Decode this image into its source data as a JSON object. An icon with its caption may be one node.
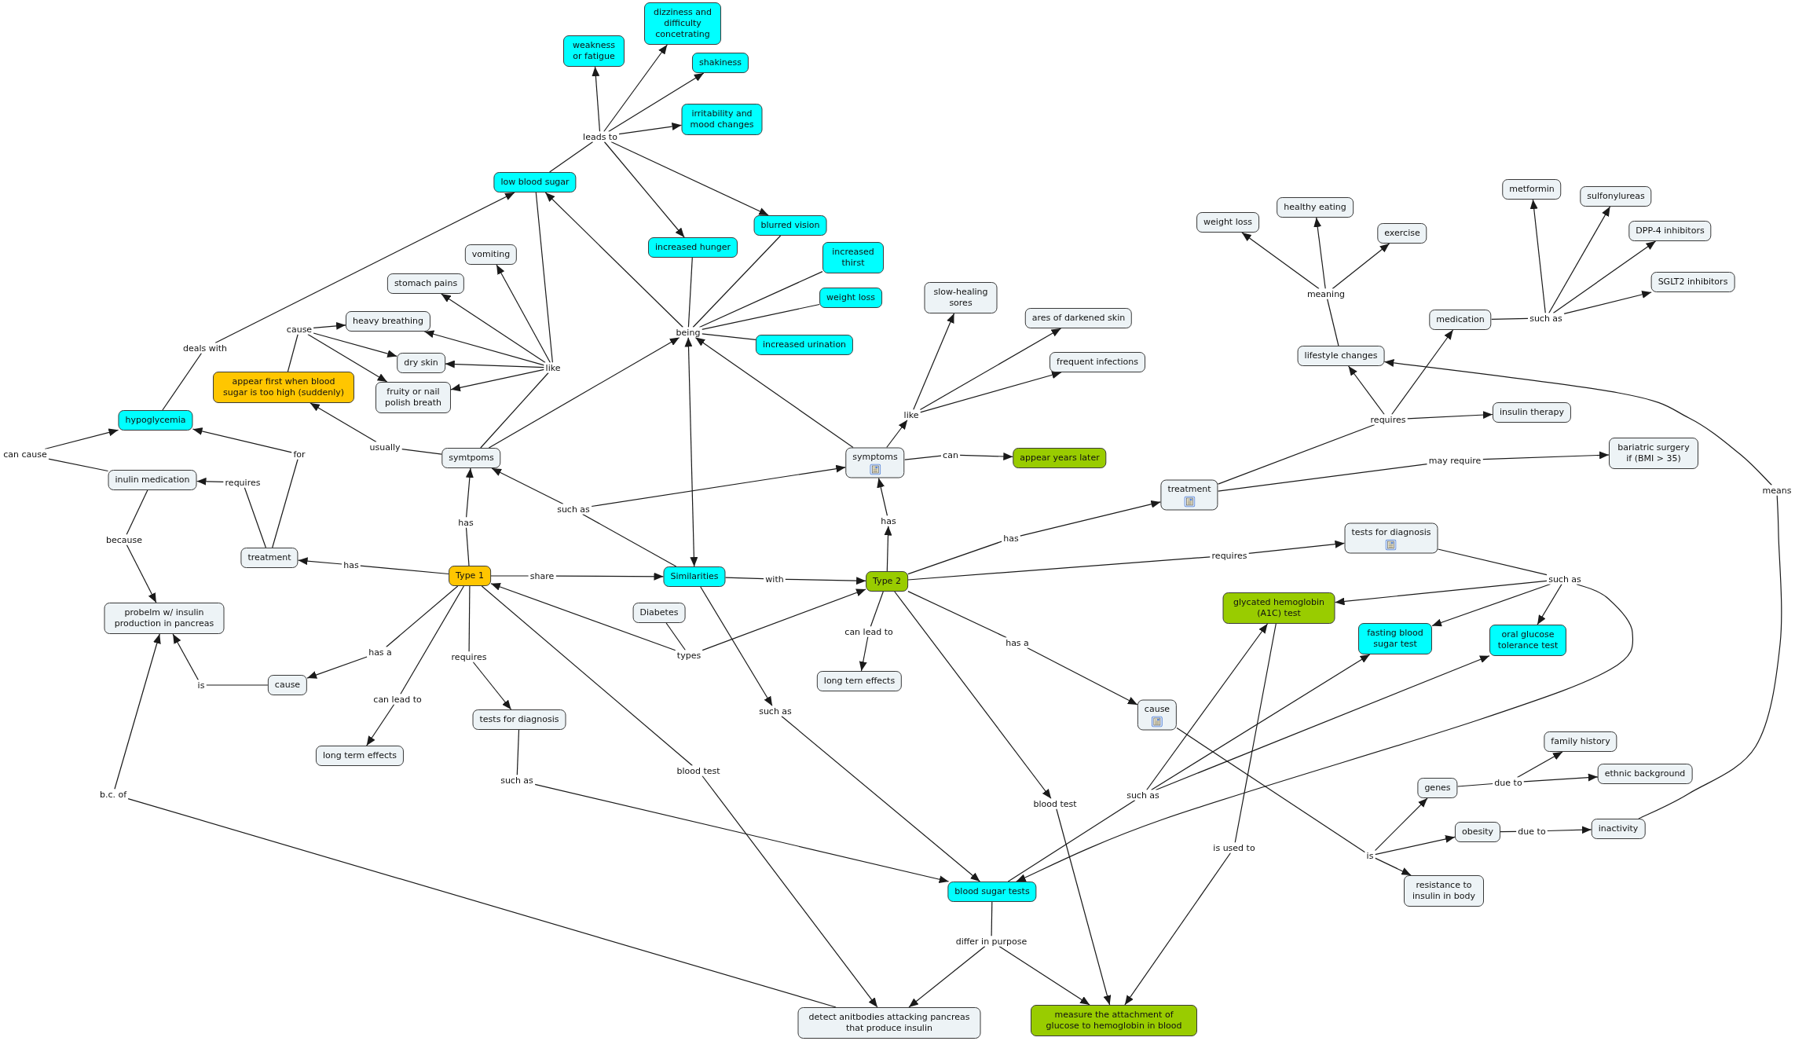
{
  "diagram": {
    "nodes": [
      {
        "text": [
          "dizziness and difficulty concetrating"
        ]
      },
      {
        "text": [
          "weakness or fatigue"
        ]
      },
      {
        "text": [
          "shakiness"
        ]
      },
      {
        "text": [
          "irritability and mood changes"
        ]
      },
      {
        "text": [
          "leads to"
        ]
      },
      {
        "text": [
          "low blood sugar"
        ]
      },
      {
        "text": [
          "metformin"
        ]
      },
      {
        "text": [
          "sulfonylureas"
        ]
      },
      {
        "text": [
          "healthy eating"
        ]
      },
      {
        "text": [
          "weight loss"
        ]
      },
      {
        "text": [
          "blurred vision"
        ]
      },
      {
        "text": [
          "DPP-4 inhibitors"
        ]
      },
      {
        "text": [
          "exercise"
        ]
      },
      {
        "text": [
          "increased hunger"
        ]
      },
      {
        "text": [
          "vomiting"
        ]
      },
      {
        "text": [
          "increased thirst"
        ]
      },
      {
        "text": [
          "SGLT2 inhibitors"
        ]
      },
      {
        "text": [
          "stomach pains"
        ]
      },
      {
        "text": [
          "meaning"
        ]
      },
      {
        "text": [
          "weight loss"
        ]
      },
      {
        "text": [
          "slow-healing sores"
        ]
      },
      {
        "text": [
          "ares of darkened skin"
        ]
      },
      {
        "text": [
          "such as"
        ]
      },
      {
        "text": [
          "medication"
        ]
      },
      {
        "text": [
          "heavy breathing"
        ]
      },
      {
        "text": [
          "cause"
        ]
      },
      {
        "text": [
          "being"
        ]
      },
      {
        "text": [
          "increased urination"
        ]
      },
      {
        "text": [
          "deals with"
        ]
      },
      {
        "text": [
          "lifestyle changes"
        ]
      },
      {
        "text": [
          "frequent infections"
        ]
      },
      {
        "text": [
          "dry skin"
        ]
      },
      {
        "text": [
          "like"
        ]
      },
      {
        "text": [
          "appear first when blood sugar is too high (suddenly)"
        ]
      },
      {
        "text": [
          "fruity or nail polish breath"
        ]
      },
      {
        "text": [
          "insulin therapy"
        ]
      },
      {
        "text": [
          "like"
        ]
      },
      {
        "text": [
          "requires"
        ]
      },
      {
        "text": [
          "hypoglycemia"
        ]
      },
      {
        "text": [
          "usually"
        ]
      },
      {
        "text": [
          "bariatric surgery if (BMI > 35)"
        ]
      },
      {
        "text": [
          "can cause"
        ]
      },
      {
        "text": [
          "for"
        ]
      },
      {
        "text": [
          "can"
        ]
      },
      {
        "text": [
          "symtpoms"
        ]
      },
      {
        "text": [
          "symptoms"
        ]
      },
      {
        "text": [
          "appear years later"
        ]
      },
      {
        "text": [
          "may require"
        ]
      },
      {
        "text": [
          "inulin medication"
        ]
      },
      {
        "text": [
          "requires"
        ]
      },
      {
        "text": [
          "means"
        ]
      },
      {
        "text": [
          "treatment"
        ]
      },
      {
        "text": [
          "such as"
        ]
      },
      {
        "text": [
          "has"
        ]
      },
      {
        "text": [
          "has"
        ]
      },
      {
        "text": [
          "tests for diagnosis"
        ]
      },
      {
        "text": [
          "has"
        ]
      },
      {
        "text": [
          "because"
        ]
      },
      {
        "text": [
          "requires"
        ]
      },
      {
        "text": [
          "treatment"
        ]
      },
      {
        "text": [
          "has"
        ]
      },
      {
        "text": [
          "Type 1"
        ]
      },
      {
        "text": [
          "share"
        ]
      },
      {
        "text": [
          "Similarities"
        ]
      },
      {
        "text": [
          "with"
        ]
      },
      {
        "text": [
          "such as"
        ]
      },
      {
        "text": [
          "Type 2"
        ]
      },
      {
        "text": [
          "glycated hemoglobin (A1C) test"
        ]
      },
      {
        "text": [
          "Diabetes"
        ]
      },
      {
        "text": [
          "probelm w/ insulin production in pancreas"
        ]
      },
      {
        "text": [
          "can lead to"
        ]
      },
      {
        "text": [
          "fasting blood sugar test"
        ]
      },
      {
        "text": [
          "oral glucose tolerance test"
        ]
      },
      {
        "text": [
          "has a"
        ]
      },
      {
        "text": [
          "has a"
        ]
      },
      {
        "text": [
          "types"
        ]
      },
      {
        "text": [
          "requires"
        ]
      },
      {
        "text": [
          "long tern effects"
        ]
      },
      {
        "text": [
          "cause"
        ]
      },
      {
        "text": [
          "is"
        ]
      },
      {
        "text": [
          "can lead to"
        ]
      },
      {
        "text": [
          "such as"
        ]
      },
      {
        "text": [
          "cause"
        ]
      },
      {
        "text": [
          "tests for diagnosis"
        ]
      },
      {
        "text": [
          "family history"
        ]
      },
      {
        "text": [
          "long term effects"
        ]
      },
      {
        "text": [
          "blood test"
        ]
      },
      {
        "text": [
          "ethnic background"
        ]
      },
      {
        "text": [
          "such as"
        ]
      },
      {
        "text": [
          "due to"
        ]
      },
      {
        "text": [
          "genes"
        ]
      },
      {
        "text": [
          "b.c. of"
        ]
      },
      {
        "text": [
          "such as"
        ]
      },
      {
        "text": [
          "blood test"
        ]
      },
      {
        "text": [
          "inactivity"
        ]
      },
      {
        "text": [
          "obesity"
        ]
      },
      {
        "text": [
          "due to"
        ]
      },
      {
        "text": [
          "is used to"
        ]
      },
      {
        "text": [
          "is"
        ]
      },
      {
        "text": [
          "resistance to insulin in body"
        ]
      },
      {
        "text": [
          "blood sugar tests"
        ]
      },
      {
        "text": [
          "differ in purpose"
        ]
      },
      {
        "text": [
          "measure the attachment of glucose to hemoglobin in blood"
        ]
      },
      {
        "text": [
          "detect anitbodies attacking pancreas that produce insulin"
        ]
      }
    ],
    "edges": [
      {
        "from": 5,
        "to": 4,
        "arrow": "none"
      },
      {
        "from": 4,
        "to": 1,
        "arrow": "to"
      },
      {
        "from": 4,
        "to": 0,
        "arrow": "to"
      },
      {
        "from": 4,
        "to": 2,
        "arrow": "to"
      },
      {
        "from": 4,
        "to": 3,
        "arrow": "to"
      },
      {
        "from": 4,
        "to": 13,
        "arrow": "to"
      },
      {
        "from": 4,
        "to": 10,
        "arrow": "to"
      },
      {
        "from": 44,
        "to": 32,
        "arrow": "none"
      },
      {
        "from": 5,
        "to": 32,
        "arrow": "none"
      },
      {
        "from": 32,
        "to": 14,
        "arrow": "to"
      },
      {
        "from": 32,
        "to": 17,
        "arrow": "to"
      },
      {
        "from": 32,
        "to": 24,
        "arrow": "to"
      },
      {
        "from": 32,
        "to": 31,
        "arrow": "to"
      },
      {
        "from": 32,
        "to": 34,
        "arrow": "to"
      },
      {
        "from": 33,
        "to": 25,
        "arrow": "none"
      },
      {
        "from": 25,
        "to": 24,
        "arrow": "to"
      },
      {
        "from": 25,
        "to": 31,
        "arrow": "to"
      },
      {
        "from": 25,
        "to": 34,
        "arrow": "to"
      },
      {
        "from": 38,
        "to": 28,
        "arrow": "none"
      },
      {
        "from": 28,
        "to": 5,
        "arrow": "to"
      },
      {
        "from": 13,
        "to": 26,
        "arrow": "none"
      },
      {
        "from": 10,
        "to": 26,
        "arrow": "none"
      },
      {
        "from": 15,
        "to": 26,
        "arrow": "none"
      },
      {
        "from": 19,
        "to": 26,
        "arrow": "none"
      },
      {
        "from": 27,
        "to": 26,
        "arrow": "none"
      },
      {
        "from": 44,
        "to": 26,
        "arrow": "to"
      },
      {
        "from": 45,
        "to": 26,
        "arrow": "to"
      },
      {
        "from": 63,
        "to": 26,
        "arrow": "both"
      },
      {
        "from": 26,
        "to": 5,
        "arrow": "to"
      },
      {
        "from": 45,
        "to": 36,
        "arrow": "to"
      },
      {
        "from": 36,
        "to": 20,
        "arrow": "to"
      },
      {
        "from": 36,
        "to": 21,
        "arrow": "to"
      },
      {
        "from": 36,
        "to": 30,
        "arrow": "to"
      },
      {
        "from": 45,
        "to": 43,
        "arrow": "none"
      },
      {
        "from": 43,
        "to": 46,
        "arrow": "to"
      },
      {
        "from": 29,
        "to": 18,
        "arrow": "none"
      },
      {
        "from": 18,
        "to": 9,
        "arrow": "to"
      },
      {
        "from": 18,
        "to": 8,
        "arrow": "to"
      },
      {
        "from": 18,
        "to": 12,
        "arrow": "to"
      },
      {
        "from": 23,
        "to": 22,
        "arrow": "none"
      },
      {
        "from": 22,
        "to": 6,
        "arrow": "to"
      },
      {
        "from": 22,
        "to": 7,
        "arrow": "to"
      },
      {
        "from": 22,
        "to": 11,
        "arrow": "to"
      },
      {
        "from": 22,
        "to": 16,
        "arrow": "to"
      },
      {
        "from": 51,
        "to": 37,
        "arrow": "none"
      },
      {
        "from": 37,
        "to": 29,
        "arrow": "to"
      },
      {
        "from": 37,
        "to": 23,
        "arrow": "to"
      },
      {
        "from": 37,
        "to": 35,
        "arrow": "to"
      },
      {
        "from": 51,
        "to": 47,
        "arrow": "none"
      },
      {
        "from": 47,
        "to": 40,
        "arrow": "to"
      },
      {
        "from": 94,
        "to": 50,
        "arrow": "none"
      },
      {
        "from": 50,
        "to": 29,
        "arrow": "to"
      },
      {
        "from": 44,
        "to": 39,
        "arrow": "none"
      },
      {
        "from": 39,
        "to": 33,
        "arrow": "to"
      },
      {
        "from": 48,
        "to": 41,
        "arrow": "none"
      },
      {
        "from": 41,
        "to": 38,
        "arrow": "to"
      },
      {
        "from": 59,
        "to": 42,
        "arrow": "none"
      },
      {
        "from": 42,
        "to": 38,
        "arrow": "to"
      },
      {
        "from": 59,
        "to": 49,
        "arrow": "none"
      },
      {
        "from": 49,
        "to": 48,
        "arrow": "to"
      },
      {
        "from": 48,
        "to": 57,
        "arrow": "none"
      },
      {
        "from": 57,
        "to": 69,
        "arrow": "to"
      },
      {
        "from": 63,
        "to": 52,
        "arrow": "none"
      },
      {
        "from": 52,
        "to": 44,
        "arrow": "to"
      },
      {
        "from": 52,
        "to": 45,
        "arrow": "to"
      },
      {
        "from": 66,
        "to": 53,
        "arrow": "to"
      },
      {
        "from": 53,
        "to": 45,
        "arrow": "to"
      },
      {
        "from": 61,
        "to": 54,
        "arrow": "none"
      },
      {
        "from": 54,
        "to": 44,
        "arrow": "to"
      },
      {
        "from": 66,
        "to": 56,
        "arrow": "none"
      },
      {
        "from": 56,
        "to": 51,
        "arrow": "to"
      },
      {
        "from": 66,
        "to": 58,
        "arrow": "none"
      },
      {
        "from": 58,
        "to": 55,
        "arrow": "to"
      },
      {
        "from": 61,
        "to": 60,
        "arrow": "none"
      },
      {
        "from": 60,
        "to": 59,
        "arrow": "to"
      },
      {
        "from": 61,
        "to": 62,
        "arrow": "none"
      },
      {
        "from": 62,
        "to": 63,
        "arrow": "to"
      },
      {
        "from": 63,
        "to": 64,
        "arrow": "none"
      },
      {
        "from": 64,
        "to": 66,
        "arrow": "to"
      },
      {
        "from": 55,
        "to": 65,
        "arrow": "none"
      },
      {
        "from": 65,
        "to": 67,
        "arrow": "to"
      },
      {
        "from": 65,
        "to": 71,
        "arrow": "to"
      },
      {
        "from": 65,
        "to": 72,
        "arrow": "to"
      },
      {
        "from": 65,
        "to": 100,
        "arrow": "to"
      },
      {
        "from": 68,
        "to": 75,
        "arrow": "none"
      },
      {
        "from": 75,
        "to": 61,
        "arrow": "to"
      },
      {
        "from": 75,
        "to": 66,
        "arrow": "to"
      },
      {
        "from": 66,
        "to": 70,
        "arrow": "none"
      },
      {
        "from": 70,
        "to": 77,
        "arrow": "to"
      },
      {
        "from": 66,
        "to": 73,
        "arrow": "none"
      },
      {
        "from": 73,
        "to": 82,
        "arrow": "to"
      },
      {
        "from": 61,
        "to": 74,
        "arrow": "none"
      },
      {
        "from": 74,
        "to": 78,
        "arrow": "to"
      },
      {
        "from": 61,
        "to": 76,
        "arrow": "none"
      },
      {
        "from": 76,
        "to": 83,
        "arrow": "to"
      },
      {
        "from": 78,
        "to": 79,
        "arrow": "none"
      },
      {
        "from": 79,
        "to": 69,
        "arrow": "to"
      },
      {
        "from": 61,
        "to": 80,
        "arrow": "none"
      },
      {
        "from": 80,
        "to": 85,
        "arrow": "to"
      },
      {
        "from": 63,
        "to": 81,
        "arrow": "to"
      },
      {
        "from": 81,
        "to": 100,
        "arrow": "to"
      },
      {
        "from": 61,
        "to": 86,
        "arrow": "none"
      },
      {
        "from": 86,
        "to": 103,
        "arrow": "to"
      },
      {
        "from": 83,
        "to": 88,
        "arrow": "none"
      },
      {
        "from": 88,
        "to": 100,
        "arrow": "to"
      },
      {
        "from": 90,
        "to": 89,
        "arrow": "none"
      },
      {
        "from": 89,
        "to": 84,
        "arrow": "to"
      },
      {
        "from": 89,
        "to": 87,
        "arrow": "to"
      },
      {
        "from": 103,
        "to": 91,
        "arrow": "none"
      },
      {
        "from": 91,
        "to": 69,
        "arrow": "to"
      },
      {
        "from": 100,
        "to": 92,
        "arrow": "none"
      },
      {
        "from": 92,
        "to": 67,
        "arrow": "to"
      },
      {
        "from": 92,
        "to": 71,
        "arrow": "to"
      },
      {
        "from": 92,
        "to": 72,
        "arrow": "to"
      },
      {
        "from": 66,
        "to": 93,
        "arrow": "to"
      },
      {
        "from": 93,
        "to": 102,
        "arrow": "to"
      },
      {
        "from": 95,
        "to": 96,
        "arrow": "none"
      },
      {
        "from": 96,
        "to": 94,
        "arrow": "to"
      },
      {
        "from": 67,
        "to": 97,
        "arrow": "none"
      },
      {
        "from": 97,
        "to": 102,
        "arrow": "to"
      },
      {
        "from": 82,
        "to": 98,
        "arrow": "none"
      },
      {
        "from": 98,
        "to": 90,
        "arrow": "to"
      },
      {
        "from": 98,
        "to": 95,
        "arrow": "to"
      },
      {
        "from": 98,
        "to": 99,
        "arrow": "to"
      },
      {
        "from": 100,
        "to": 101,
        "arrow": "none"
      },
      {
        "from": 101,
        "to": 103,
        "arrow": "to"
      },
      {
        "from": 101,
        "to": 102,
        "arrow": "to"
      }
    ]
  }
}
